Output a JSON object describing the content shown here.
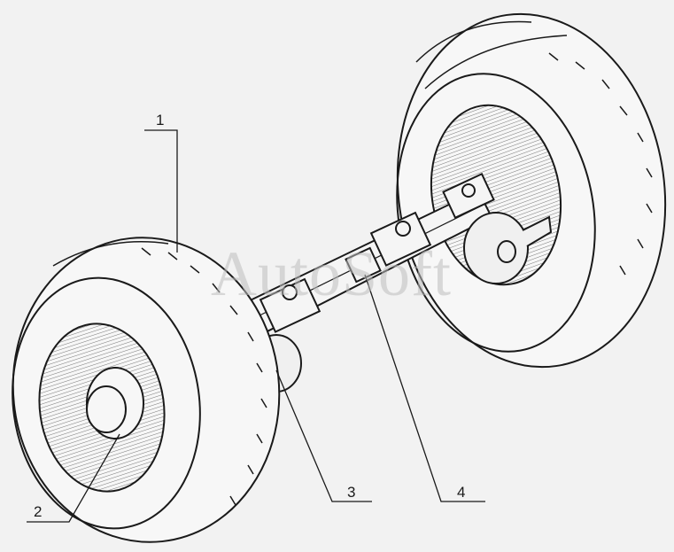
{
  "watermark": "AutoSoft",
  "callouts": [
    {
      "id": "1",
      "text": "1"
    },
    {
      "id": "2",
      "text": "2"
    },
    {
      "id": "3",
      "text": "3"
    },
    {
      "id": "4",
      "text": "4"
    }
  ],
  "colors": {
    "ink": "#1a1a1a",
    "background": "#f2f2f2",
    "watermark": "#bebebe"
  }
}
